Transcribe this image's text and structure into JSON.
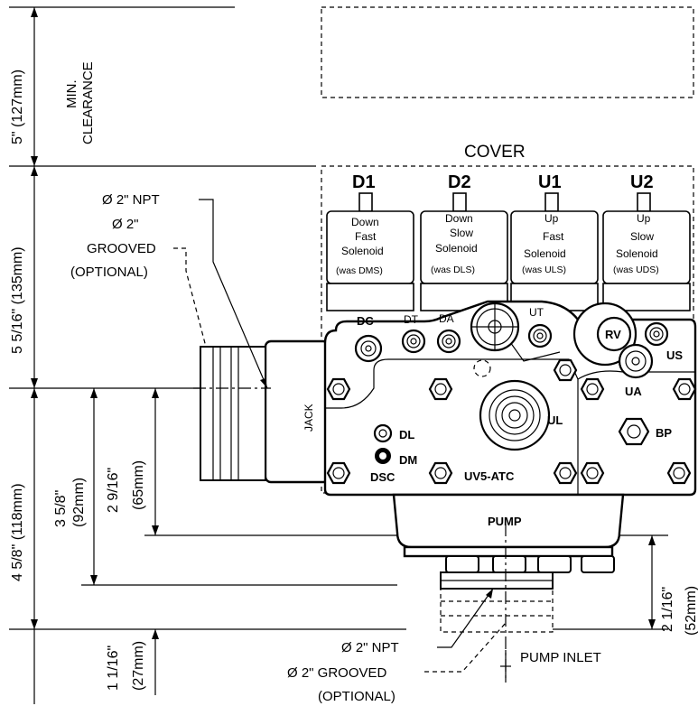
{
  "dimensions": {
    "min_clearance_dim": "5\" (127mm)",
    "min_clearance_label_line1": "MIN.",
    "min_clearance_label_line2": "CLEARANCE",
    "body_height_dim": "5  5/16\" (135mm)",
    "lower_height_dim": "4  5/8\" (118mm)",
    "jack_center_dim_line1": "3  5/8\"",
    "jack_center_dim_line2": "(92mm)",
    "inner_dim_line1": "2  9/16\"",
    "inner_dim_line2": "(65mm)",
    "inlet_dim_line1": "1  1/16\"",
    "inlet_dim_line2": "(27mm)",
    "pump_dim_line1": "2  1/16\"",
    "pump_dim_line2": "(52mm)"
  },
  "cover_label": "COVER",
  "solenoids": [
    {
      "code": "D1",
      "line1": "Down",
      "line2": "Fast",
      "line3": "Solenoid",
      "was": "(was DMS)"
    },
    {
      "code": "D2",
      "line1": "Down",
      "line2": "Slow",
      "line3": "Solenoid",
      "was": "(was DLS)"
    },
    {
      "code": "U1",
      "line1": "Up",
      "line2": "Fast",
      "line3": "Solenoid",
      "was": "(was ULS)"
    },
    {
      "code": "U2",
      "line1": "Up",
      "line2": "Slow",
      "line3": "Solenoid",
      "was": "(was UDS)"
    }
  ],
  "ports": {
    "dc": "DC",
    "dt": "DT",
    "da": "DA",
    "ut": "UT",
    "rv": "RV",
    "us": "US",
    "ua": "UA",
    "ul": "UL",
    "bp": "BP",
    "dl": "DL",
    "dm": "DM",
    "dsc": "DSC"
  },
  "jack": {
    "label": "JACK",
    "callout_line1": "Ø 2\" NPT",
    "callout_line2": "Ø 2\"",
    "callout_line3": "GROOVED",
    "callout_line4": "(OPTIONAL)"
  },
  "model": "UV5-ATC",
  "pump": {
    "label": "PUMP",
    "inlet_label": "PUMP INLET",
    "callout_line1": "Ø 2\" NPT",
    "callout_line2": "Ø 2\" GROOVED",
    "callout_line3": "(OPTIONAL)"
  }
}
